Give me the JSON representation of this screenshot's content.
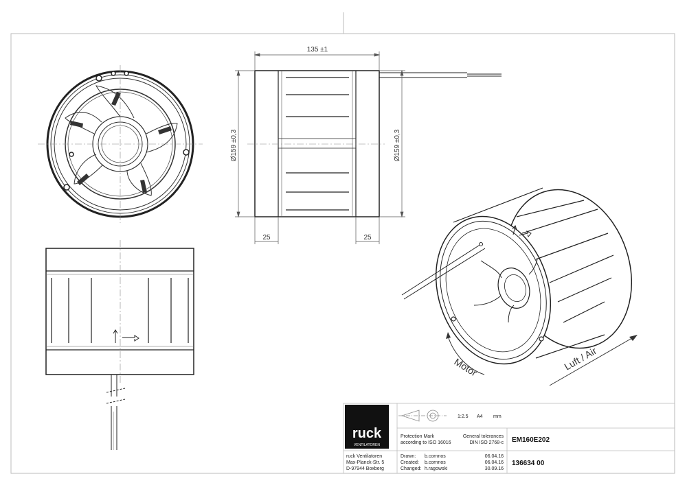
{
  "dimensions": {
    "length": "135 ±1",
    "diameter_left": "Ø159 ±0,3",
    "diameter_right": "Ø159 ±0,3",
    "flange_left": "25",
    "flange_right": "25"
  },
  "iso_labels": {
    "motor": "Motor",
    "air": "Luft / Air"
  },
  "title_block": {
    "logo": "ruck",
    "logo_sub": "VENTILATOREN",
    "scale": "1:2.5",
    "paper": "A4",
    "unit": "mm",
    "protection_line1": "Protection Mark",
    "protection_line2": "according to ISO 16016",
    "tolerance_line1": "General tolerances",
    "tolerance_line2": "DIN ISO 2768-c",
    "model": "EM160E202",
    "part_number": "136634 00",
    "address": [
      "ruck Ventilatoren",
      "Max-Planck-Str. 5",
      "D-97944 Boxberg"
    ],
    "history": [
      {
        "label": "Drawn:",
        "name": "b.cornnos",
        "date": "06.04.16"
      },
      {
        "label": "Created:",
        "name": "b.cornnos",
        "date": "06.04.16"
      },
      {
        "label": "Changed:",
        "name": "h.ragowski",
        "date": "30.09.16"
      }
    ]
  }
}
